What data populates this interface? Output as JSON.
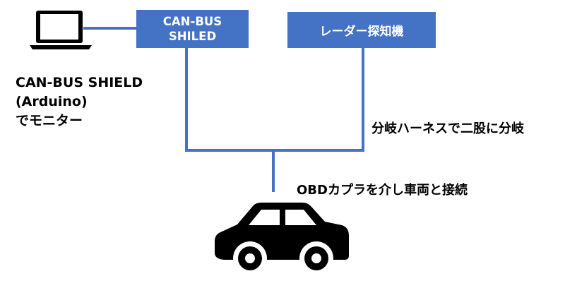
{
  "boxes": {
    "can_bus_shield": {
      "line1": "CAN-BUS",
      "line2": "SHILED"
    },
    "radar_detector": {
      "label": "レーダー探知機"
    }
  },
  "labels": {
    "monitor": {
      "line1": "CAN-BUS SHIELD",
      "line2": "(Arduino)",
      "line3": "でモニター"
    },
    "branch": "分岐ハーネスで二股に分岐",
    "obd": "OBDカプラを介し車両と接続"
  },
  "icons": {
    "laptop": "laptop-icon",
    "car": "car-icon"
  },
  "colors": {
    "box_fill": "#4472C4",
    "line": "#4472C4",
    "icon": "#000000"
  }
}
